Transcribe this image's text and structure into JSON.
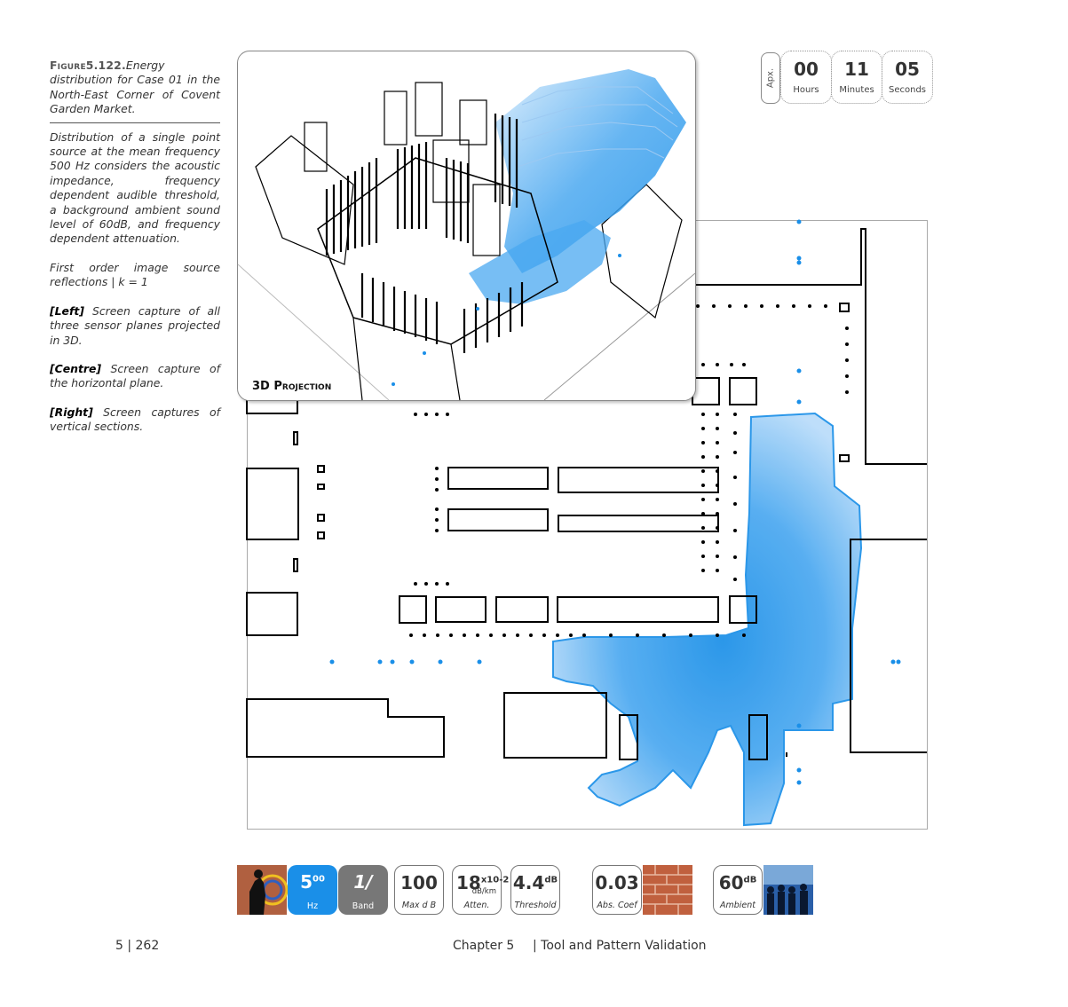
{
  "sidebar": {
    "figure_label": "Figure5.122.",
    "figure_caption": "Energy distribution for Case 01 in the North-East Corner of Covent Garden Market.",
    "para1": "Distribution of a single point source at the mean frequency 500 Hz considers the acoustic impedance, frequency dependent audible threshold, a background ambient sound level of 60dB, and frequency dependent attenuation.",
    "para2": "First order image source reflections | k = 1",
    "left_tag": "[Left]",
    "left_text": " Screen capture of all three sensor planes projected in 3D.",
    "centre_tag": "[Centre]",
    "centre_text": " Screen capture of the horizontal plane.",
    "right_tag": "[Right]",
    "right_text": " Screen captures of vertical sections."
  },
  "projection": {
    "label": "3D Projection"
  },
  "timer": {
    "prefix": "Apx.",
    "hours": {
      "value": "00",
      "unit": "Hours"
    },
    "minutes": {
      "value": "11",
      "unit": "Minutes"
    },
    "seconds": {
      "value": "05",
      "unit": "Seconds"
    }
  },
  "params": {
    "frequency": {
      "value": "5",
      "sup": "00",
      "unit": "Hz"
    },
    "band": {
      "value": "1/",
      "unit": "Band"
    },
    "max_db": {
      "value": "100",
      "unit": "Max d B"
    },
    "attenuation": {
      "value": "18",
      "sup": "x10-2",
      "sub": "dB/km",
      "unit": "Atten."
    },
    "threshold": {
      "value": "4.4",
      "sup": "dB",
      "unit": "Threshold"
    },
    "abs_coeff": {
      "value": "0.03",
      "unit": "Abs. Coef"
    },
    "ambient": {
      "value": "60",
      "sup": "dB",
      "unit": "Ambient"
    }
  },
  "colors": {
    "energy": "#1a8fe8",
    "freq_tile": "#1a8fe8",
    "band_tile": "#777777"
  },
  "footer": {
    "page": "5 | 262",
    "chapter": "Chapter 5",
    "title": "| Tool and Pattern Validation"
  }
}
